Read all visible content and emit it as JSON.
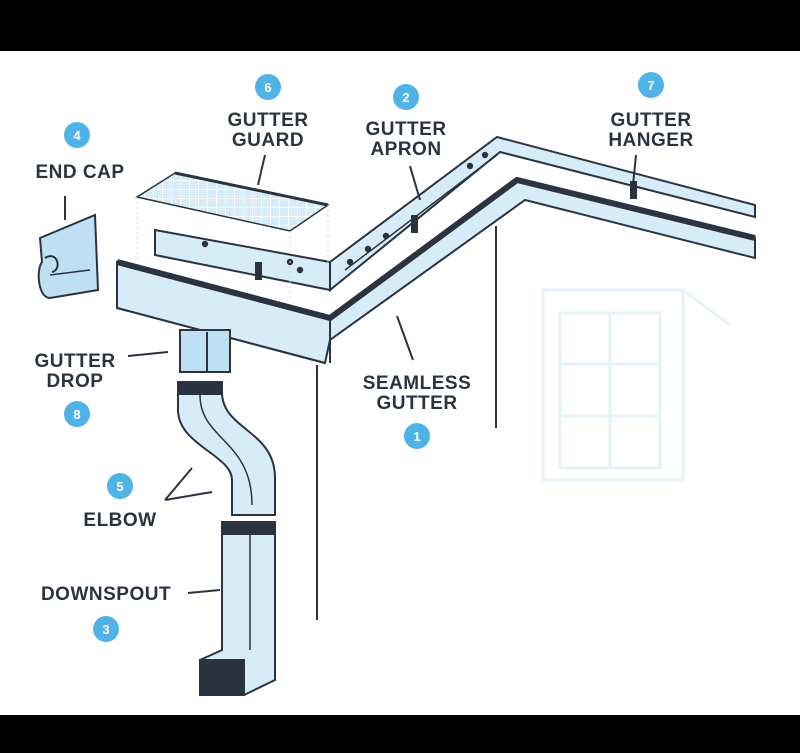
{
  "colors": {
    "outline": "#2b3340",
    "fill_light": "#d6ecf8",
    "fill_mid": "#bfe0f3",
    "badge": "#4fb3e8",
    "text": "#2b3340",
    "frame": "#000000"
  },
  "callouts": [
    {
      "id": "seamless-gutter",
      "number": "1",
      "lines": [
        "SEAMLESS",
        "GUTTER"
      ]
    },
    {
      "id": "gutter-apron",
      "number": "2",
      "lines": [
        "GUTTER",
        "APRON"
      ]
    },
    {
      "id": "downspout",
      "number": "3",
      "lines": [
        "DOWNSPOUT"
      ]
    },
    {
      "id": "end-cap",
      "number": "4",
      "lines": [
        "END CAP"
      ]
    },
    {
      "id": "elbow",
      "number": "5",
      "lines": [
        "ELBOW"
      ]
    },
    {
      "id": "gutter-guard",
      "number": "6",
      "lines": [
        "GUTTER",
        "GUARD"
      ]
    },
    {
      "id": "gutter-hanger",
      "number": "7",
      "lines": [
        "GUTTER",
        "HANGER"
      ]
    },
    {
      "id": "gutter-drop",
      "number": "8",
      "lines": [
        "GUTTER",
        "DROP"
      ]
    }
  ]
}
